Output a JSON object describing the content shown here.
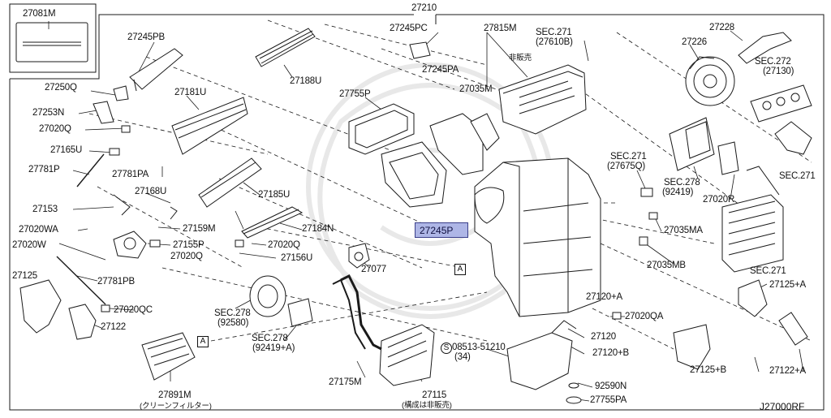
{
  "diagram": {
    "labels": {
      "p27081M": "27081M",
      "p27210": "27210",
      "p27245PB": "27245PB",
      "p27245PC": "27245PC",
      "p27815M": "27815M",
      "sec271_27610B_a": "SEC.271",
      "sec271_27610B_b": "(27610B)",
      "hanbaibai": "非販売",
      "p27228": "27228",
      "p27226": "27226",
      "sec272_a": "SEC.272",
      "sec272_b": "(27130)",
      "p27250Q": "27250Q",
      "p27188U": "27188U",
      "p27245PA": "27245PA",
      "p27035M": "27035M",
      "p27755P": "27755P",
      "p27181U": "27181U",
      "p27253N": "27253N",
      "p27020Q_a": "27020Q",
      "p27165U": "27165U",
      "p27781P": "27781P",
      "p27781PA": "27781PA",
      "sec271_27675Q_a": "SEC.271",
      "sec271_27675Q_b": "(27675Q)",
      "sec278_92419_a": "SEC.278",
      "sec278_92419_b": "(92419)",
      "p27020R": "27020R",
      "sec271_right": "SEC.271",
      "p27168U": "27168U",
      "p27185U": "27185U",
      "p27153": "27153",
      "p27159M": "27159M",
      "p27245P": "27245P",
      "p27184N": "27184N",
      "p27035MA": "27035MA",
      "p27020WA": "27020WA",
      "p27020W": "27020W",
      "p27155P": "27155P",
      "p27020Q_b": "27020Q",
      "p27020Q_c": "27020Q",
      "p27156U": "27156U",
      "p27077": "27077",
      "p27035MB": "27035MB",
      "sec271_bottom": "SEC.271",
      "p27125": "27125",
      "p27781PB": "27781PB",
      "p27125A": "27125+A",
      "p27120A": "27120+A",
      "p27020QC": "27020QC",
      "sec278_92580_a": "SEC.278",
      "sec278_92580_b": "(92580)",
      "p27020QA": "27020QA",
      "p27122": "27122",
      "sec278_92419A_a": "SEC.278",
      "sec278_92419A_b": "(92419+A)",
      "p08513": "08513-51210",
      "p08513_qty": "(34)",
      "p27120": "27120",
      "p27120B": "27120+B",
      "p27175M": "27175M",
      "p27125B": "27125+B",
      "p27122A": "27122+A",
      "p27891M": "27891M",
      "clean_filter": "(クリーンフィルター)",
      "p27115": "27115",
      "kosei": "(構成は非販売)",
      "p92590N": "92590N",
      "p27755PA": "27755PA",
      "code": "J27000RF",
      "box_a": "A",
      "s_mark": "S"
    },
    "colors": {
      "line": "#1a1a1a",
      "highlight_fill": "#aeb6e6",
      "highlight_border": "#3a3f8a",
      "watermark": "#e6e6e6"
    }
  }
}
